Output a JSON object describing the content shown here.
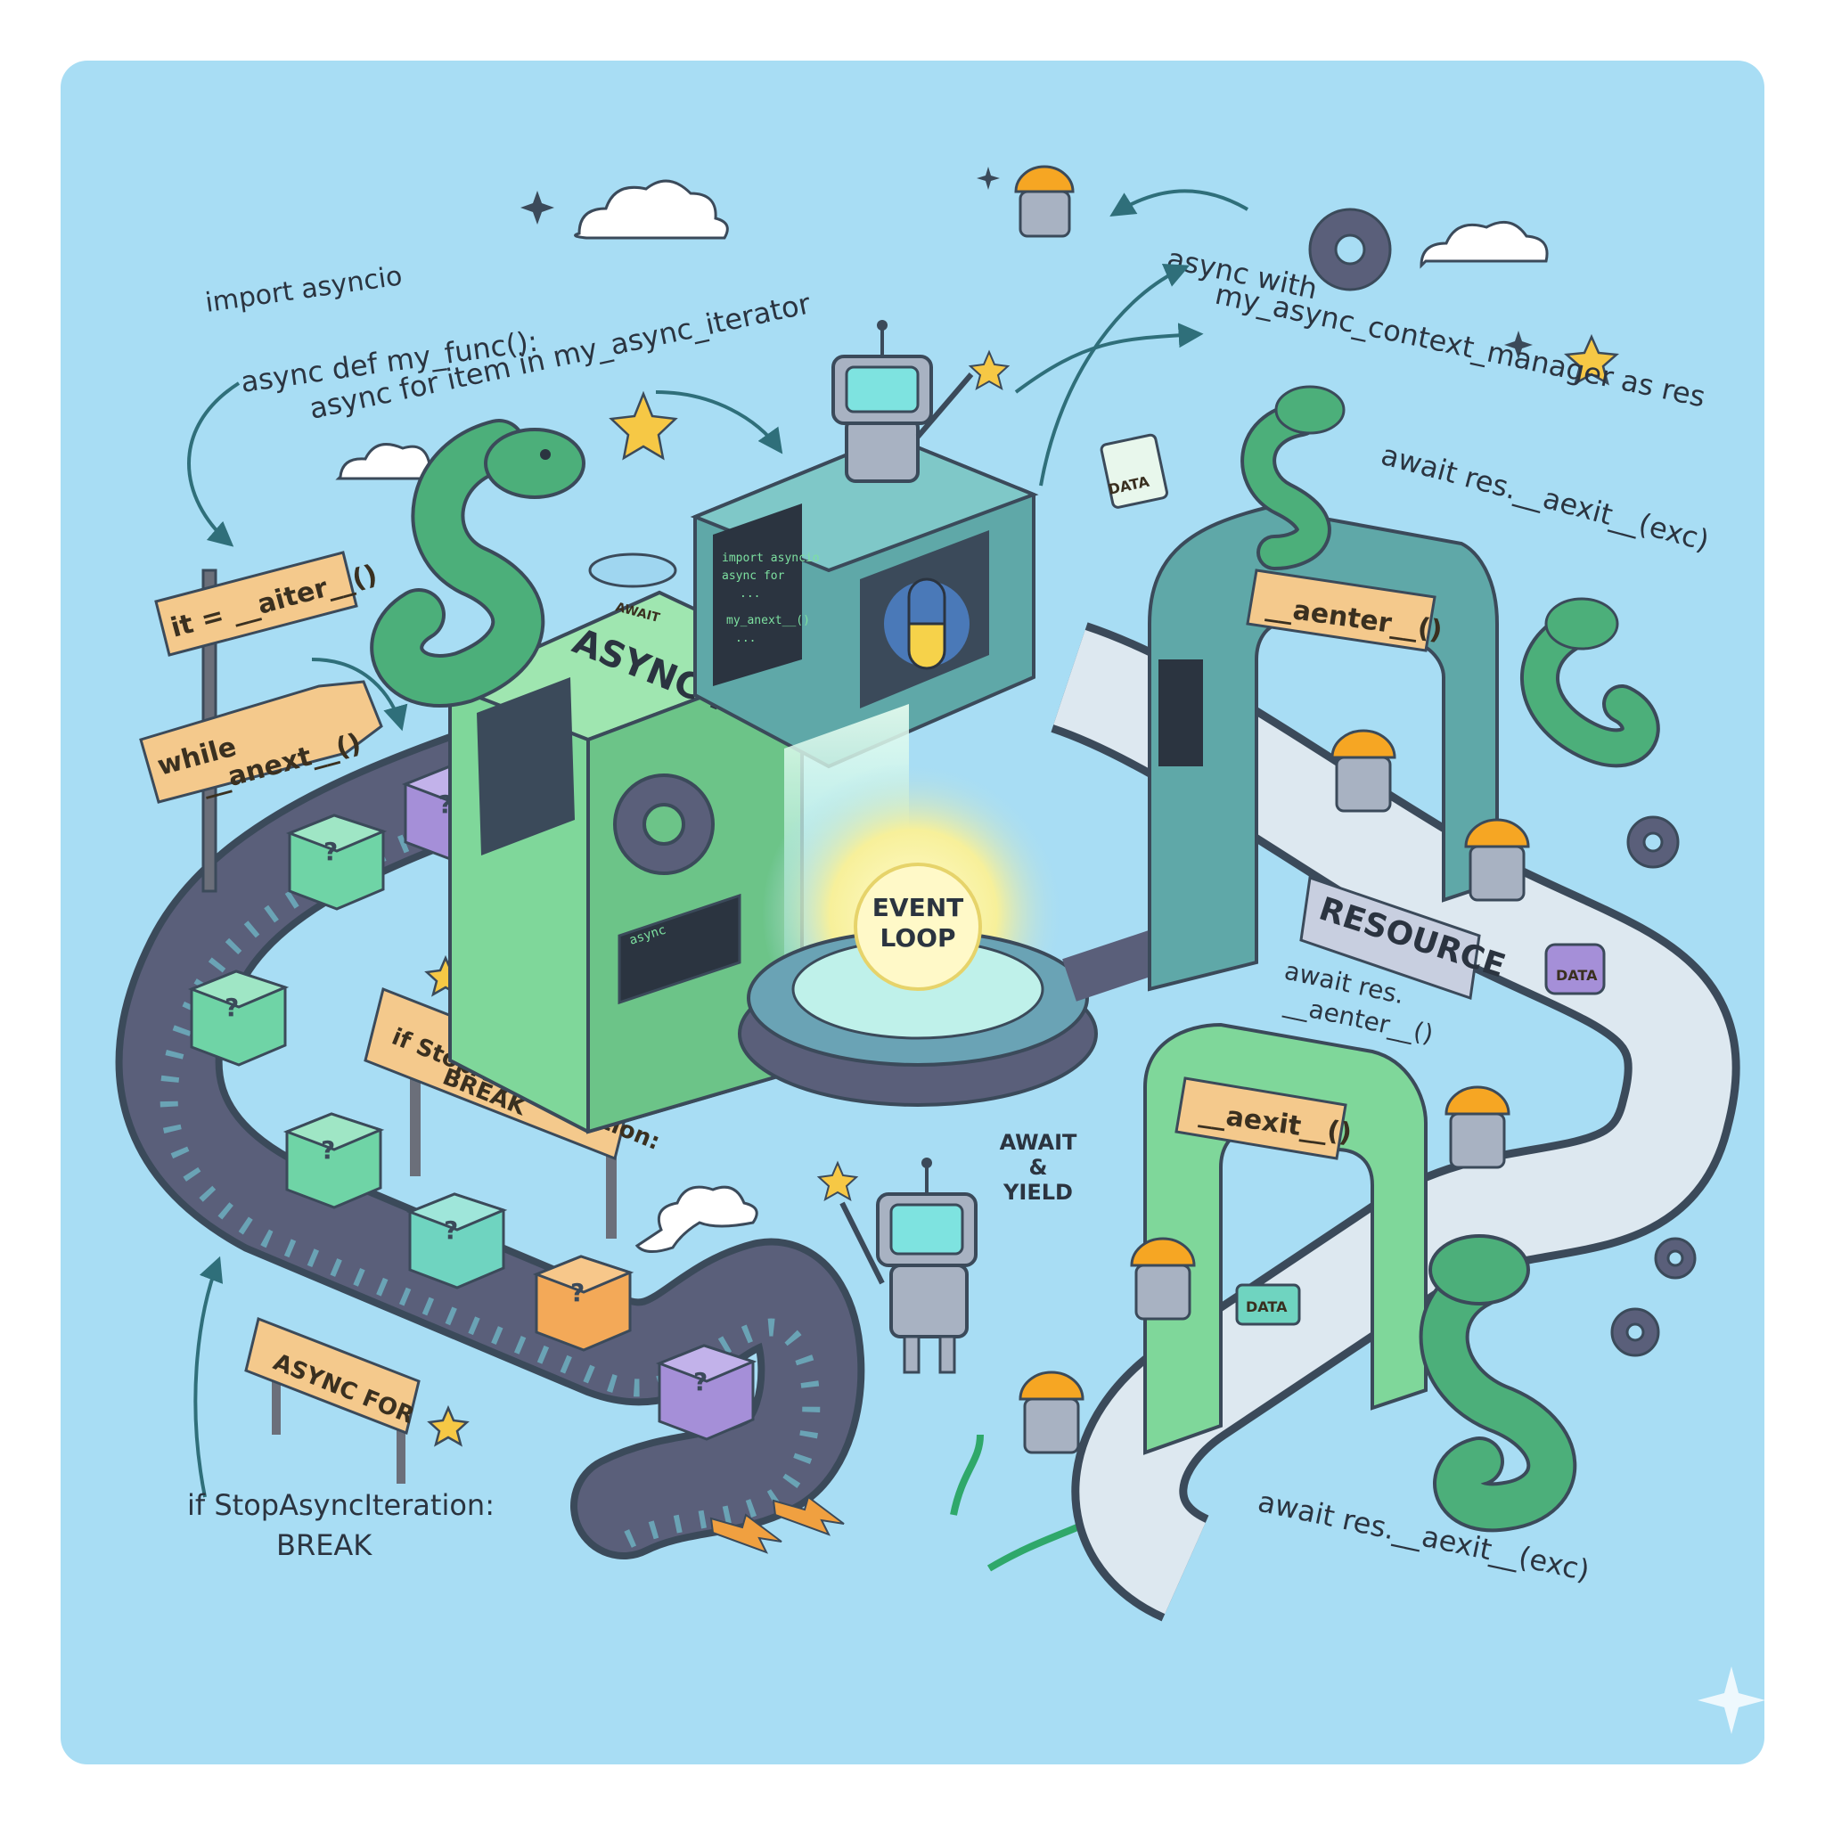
{
  "code": {
    "line1": "import asyncio",
    "line2": "async def my_func():",
    "line3": "async for item in my_async_iterator",
    "line4": "async with",
    "line5": "my_async_context_manager as res",
    "line6": "await res.__aexit__(exc)"
  },
  "signs": {
    "aiter": "it = __aiter__()",
    "while": "while",
    "anext": "__anext__()",
    "stop_top": "if StopAsyncIteration:",
    "stop_bottom": "BREAK",
    "async_for_small": "ASYNC FOR"
  },
  "machine": {
    "title": "ASYNC FOR",
    "screen_lines": [
      "import asyncio",
      "async for",
      "...",
      "my_anext__()",
      "..."
    ],
    "side_screen": "async",
    "await_bowl": "AWAIT"
  },
  "event_loop": {
    "line1": "EVENT",
    "line2": "LOOP"
  },
  "await_yield": {
    "line1": "AWAIT",
    "line2": "&",
    "line3": "YIELD"
  },
  "context": {
    "aenter_sign": "__aenter__()",
    "aexit_sign": "__aexit__()",
    "resource": "RESOURCE",
    "await_aenter_1": "await res.",
    "await_aenter_2": "__aenter__()",
    "await_aexit_bottom": "await res.__aexit__(exc)",
    "data": "DATA"
  },
  "bottom_left": {
    "line1": "if StopAsyncIteration:",
    "line2": "BREAK"
  },
  "colors": {
    "background": "#a8ddf4",
    "machine_green": "#7fd79a",
    "machine_teal": "#5fa8a8",
    "belt": "#5a5f7a",
    "sign": "#f4c98c",
    "snake": "#4caf7a",
    "hardhat": "#f6a623",
    "glow": "#fff6a8"
  }
}
